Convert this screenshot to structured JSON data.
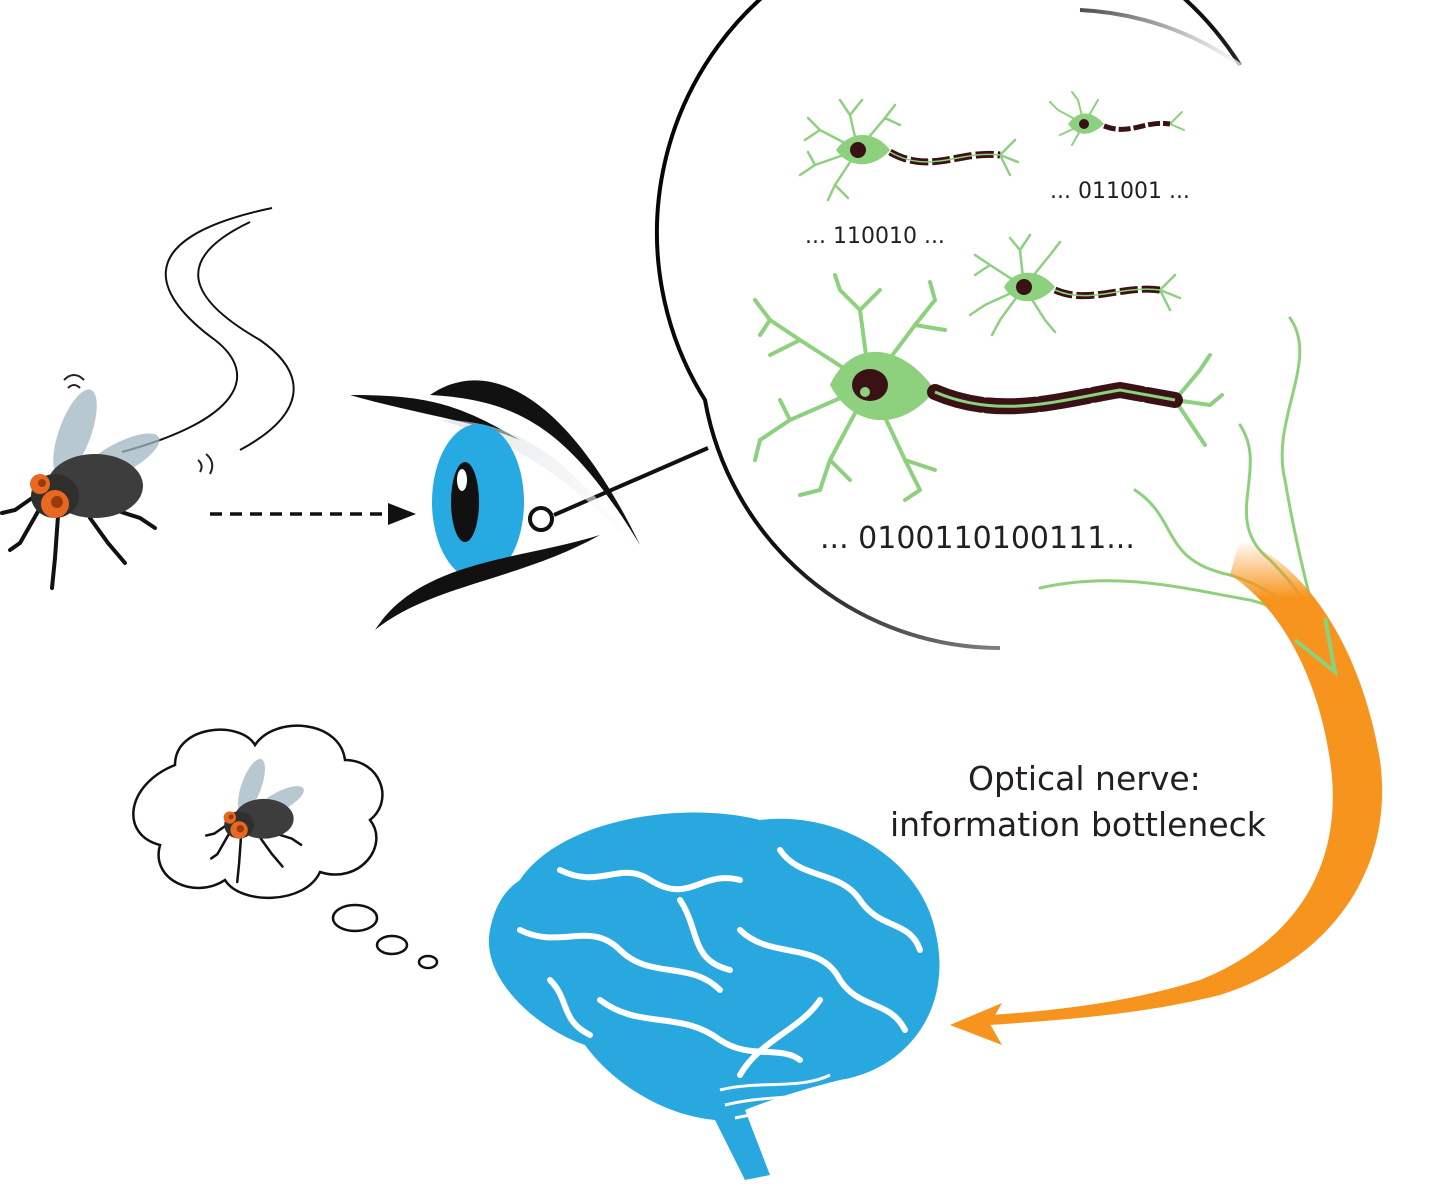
{
  "labels": {
    "code_top_right": "... 011001 ...",
    "code_top_left": "... 110010 ...",
    "code_main": "... 0100110100111...",
    "nerve_line1": "Optical nerve:",
    "nerve_line2": "information bottleneck"
  },
  "colors": {
    "neuron_green": "#8dd17e",
    "neuron_dark": "#3a1216",
    "eye_blue": "#27a9e1",
    "brain_blue": "#29a8e0",
    "arrow_orange": "#f7941d",
    "fly_body": "#3d3d3d",
    "fly_eye": "#e8681f",
    "fly_wing": "#9fb6c2",
    "ink": "#231f20"
  },
  "icons": [
    "fly-icon",
    "eye-icon",
    "neuron-icon",
    "brain-icon",
    "thought-cloud-icon",
    "flight-path-icon"
  ]
}
